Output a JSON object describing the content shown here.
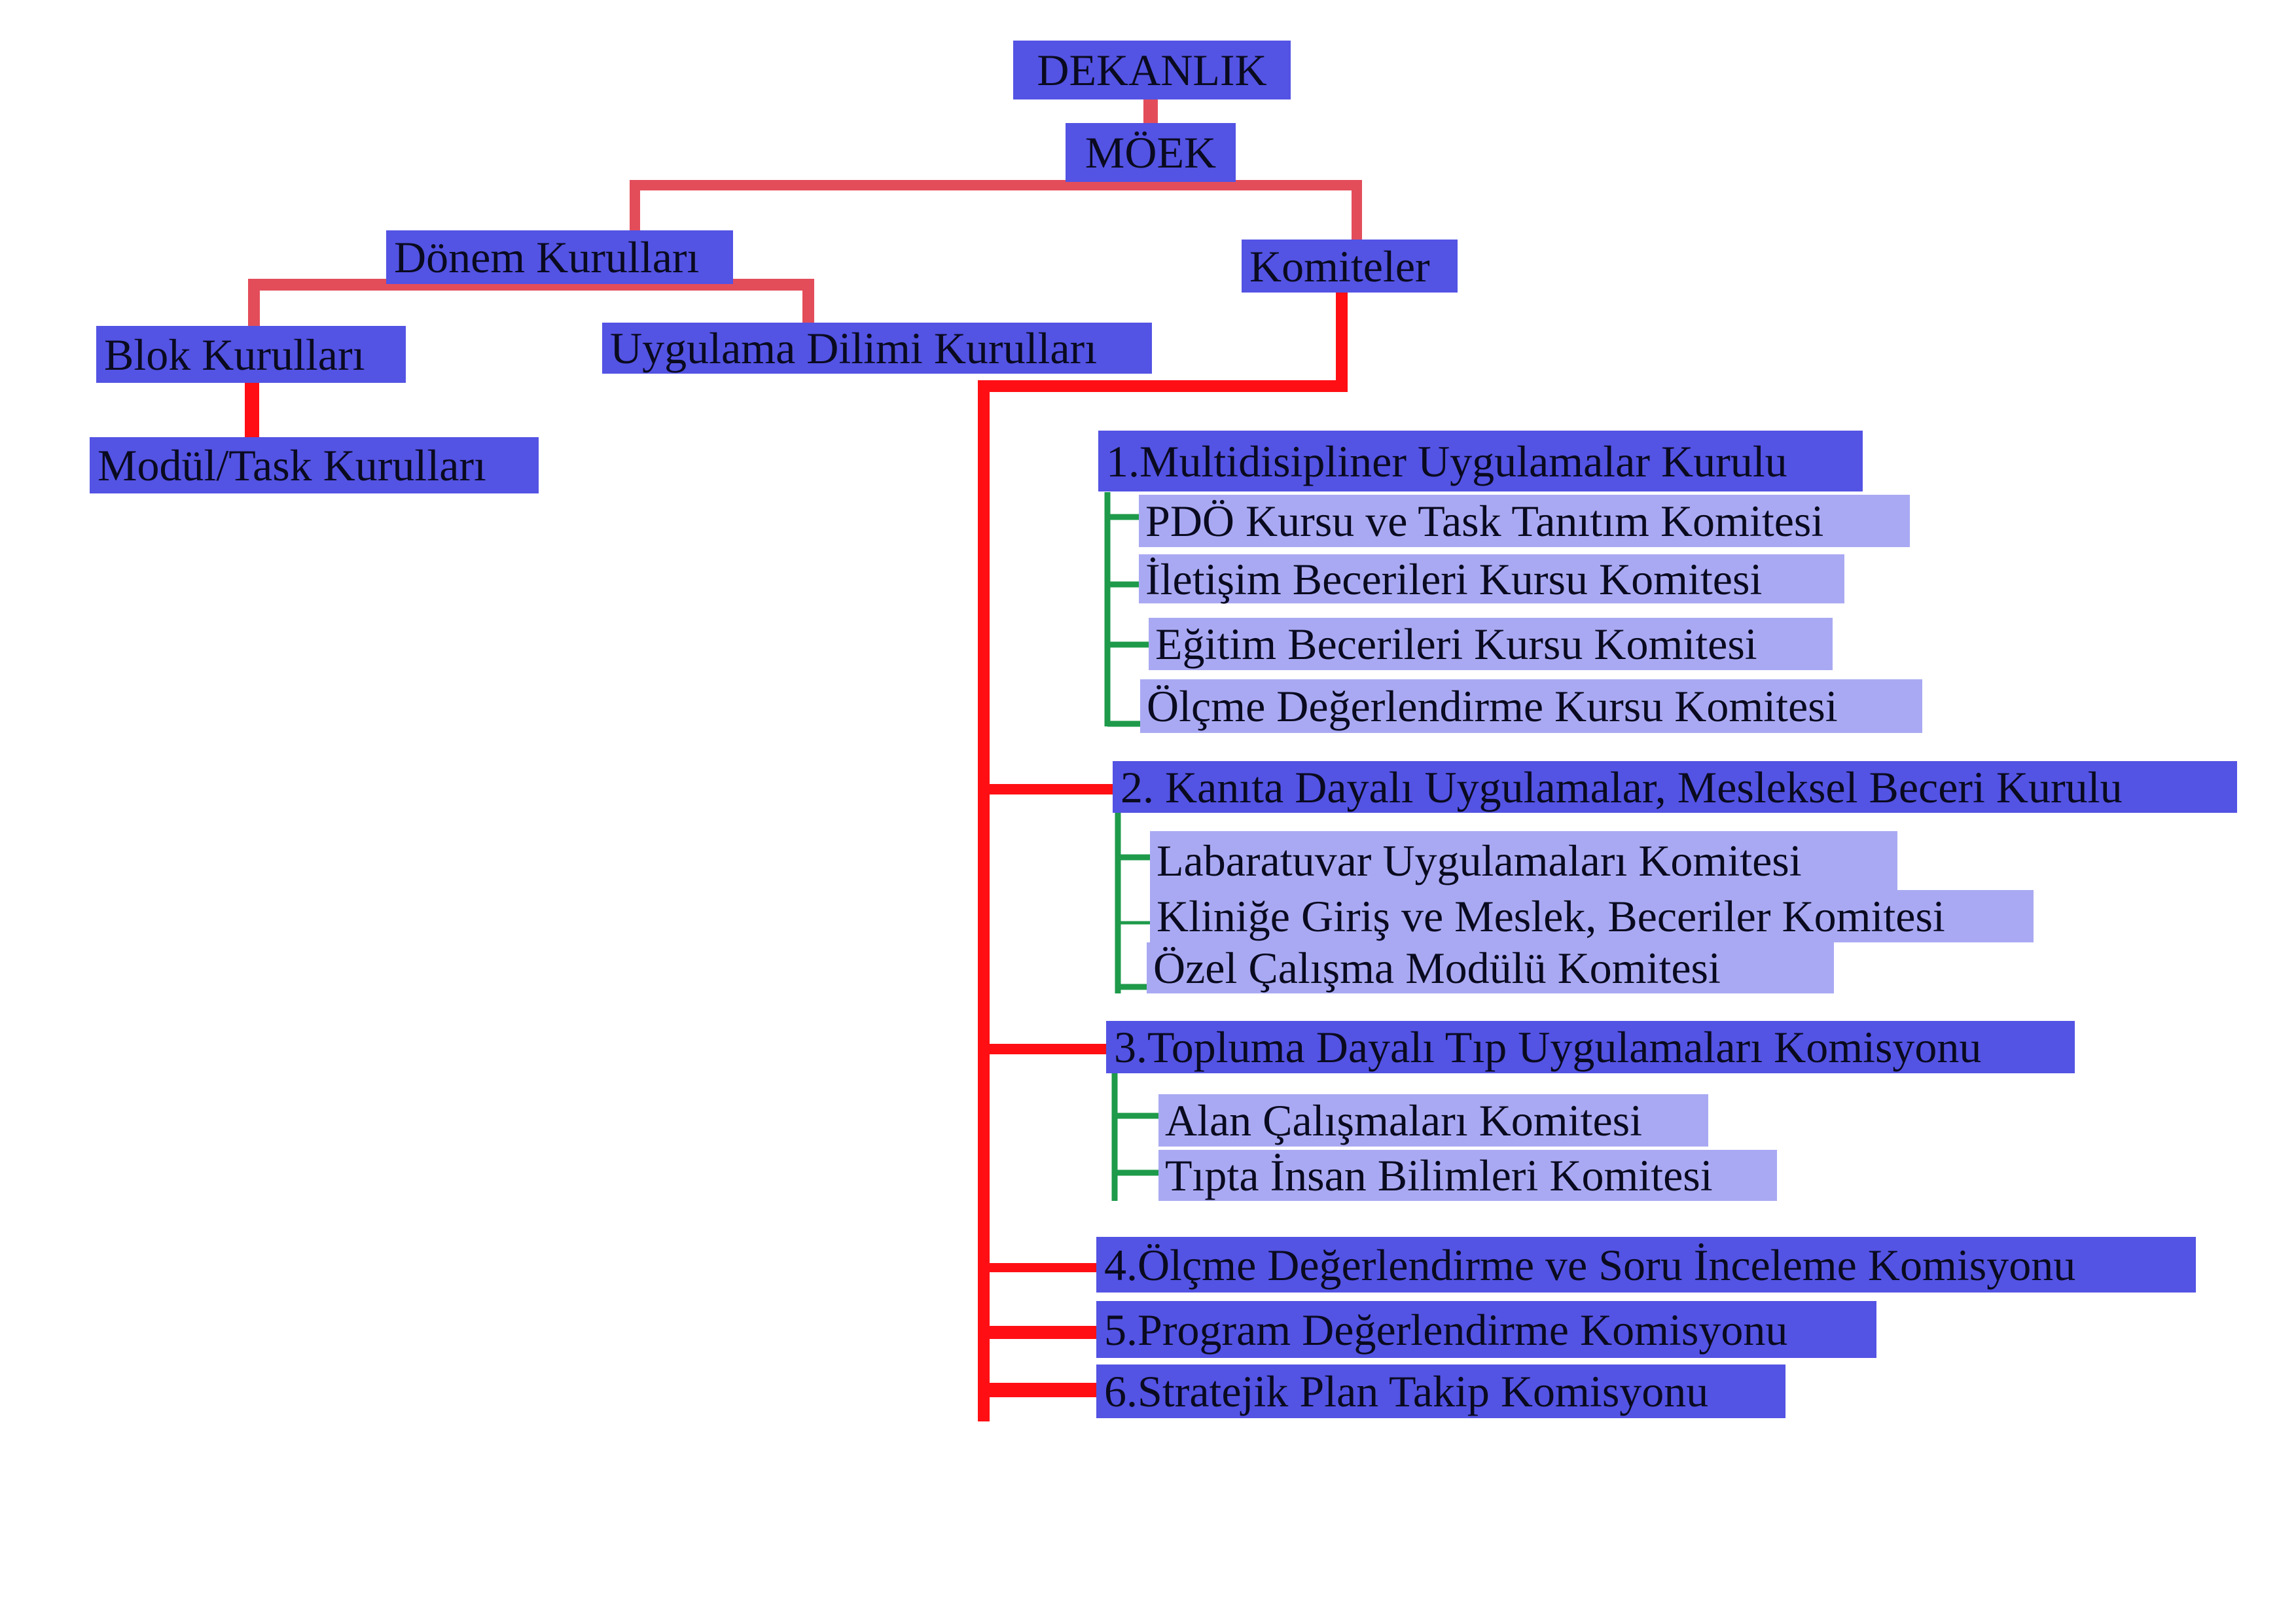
{
  "colors": {
    "primary_box": "#5353e4",
    "secondary_box": "#a9a9f3",
    "connector_light_red": "#e34d5a",
    "connector_red": "#ff0f14",
    "connector_green": "#1e9a4a"
  },
  "nodes": {
    "dekanlik": "DEKANLIK",
    "moek": "MÖEK",
    "donem_kurullari": "Dönem Kurulları",
    "komiteler": "Komiteler",
    "blok_kurullari": "Blok Kurulları",
    "uygulama_dilimi_kurullari": "Uygulama Dilimi Kurulları",
    "modul_task_kurullari": "Modül/Task Kurulları",
    "k1": "1.Multidisipliner Uygulamalar Kurulu",
    "k1_1": "PDÖ Kursu ve Task Tanıtım Komitesi",
    "k1_2": "İletişim Becerileri Kursu Komitesi",
    "k1_3": "Eğitim Becerileri Kursu Komitesi",
    "k1_4": "Ölçme Değerlendirme Kursu Komitesi",
    "k2": "2. Kanıta Dayalı Uygulamalar, Mesleksel Beceri Kurulu",
    "k2_1": "Labaratuvar Uygulamaları Komitesi",
    "k2_2": "Kliniğe Giriş ve Meslek, Beceriler Komitesi",
    "k2_3": "Özel Çalışma Modülü Komitesi",
    "k3": "3.Topluma Dayalı Tıp Uygulamaları Komisyonu",
    "k3_1": "Alan Çalışmaları Komitesi",
    "k3_2": "Tıpta İnsan Bilimleri Komitesi",
    "k4": "4.Ölçme Değerlendirme ve Soru İnceleme Komisyonu",
    "k5": "5.Program Değerlendirme Komisyonu",
    "k6": "6.Stratejik Plan Takip Komisyonu"
  }
}
